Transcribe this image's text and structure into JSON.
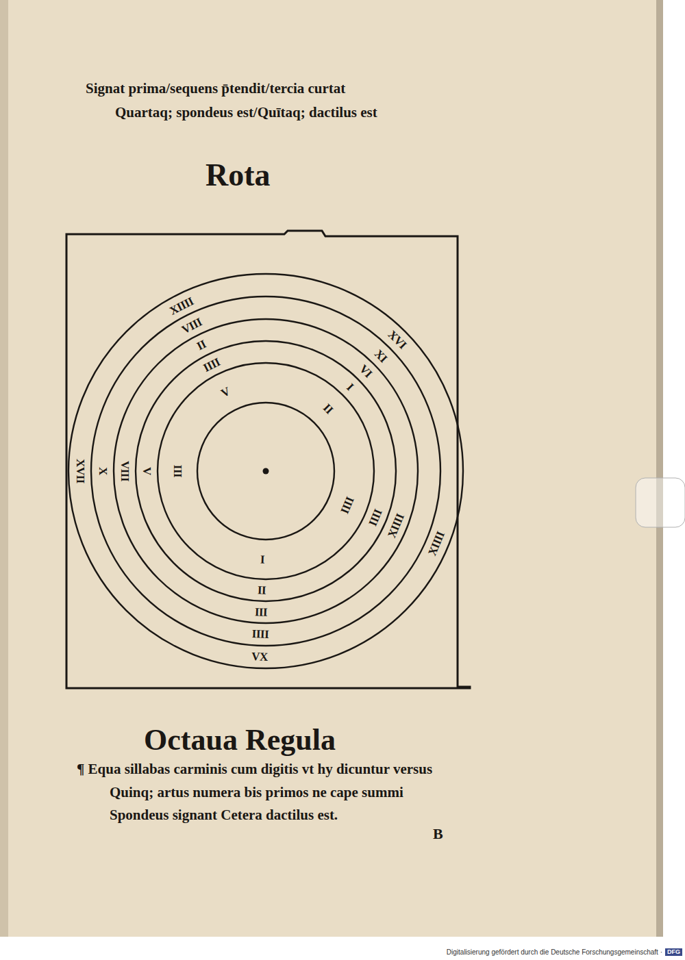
{
  "diagram": {
    "title": "Rota",
    "labels": [
      "Signat prima/sequens p̄tendit/tercia curtat",
      "Quartaq; spondeus est/Quītaq; dactilus est",
      "XIIII",
      "VIII",
      "II",
      "IIII",
      "V",
      "XVI",
      "XI",
      "VI",
      "I",
      "II",
      "XVII",
      "X",
      "VIII",
      "V",
      "III",
      "XIIII",
      "XIIII",
      "IIII",
      "IIII",
      "I",
      "II",
      "III",
      "IIII",
      "VX",
      "Octaua Regula",
      "¶ Equa sillabas carminis cum digitis vt hy dicuntur versus",
      "Quinq; artus numera bis primos ne cape summi",
      "Spondeus signant Cetera dactilus est.",
      "B",
      "Digitalisierung gefördert durch die Deutsche Forschungsgemeinschaft ·",
      "DFG"
    ]
  }
}
